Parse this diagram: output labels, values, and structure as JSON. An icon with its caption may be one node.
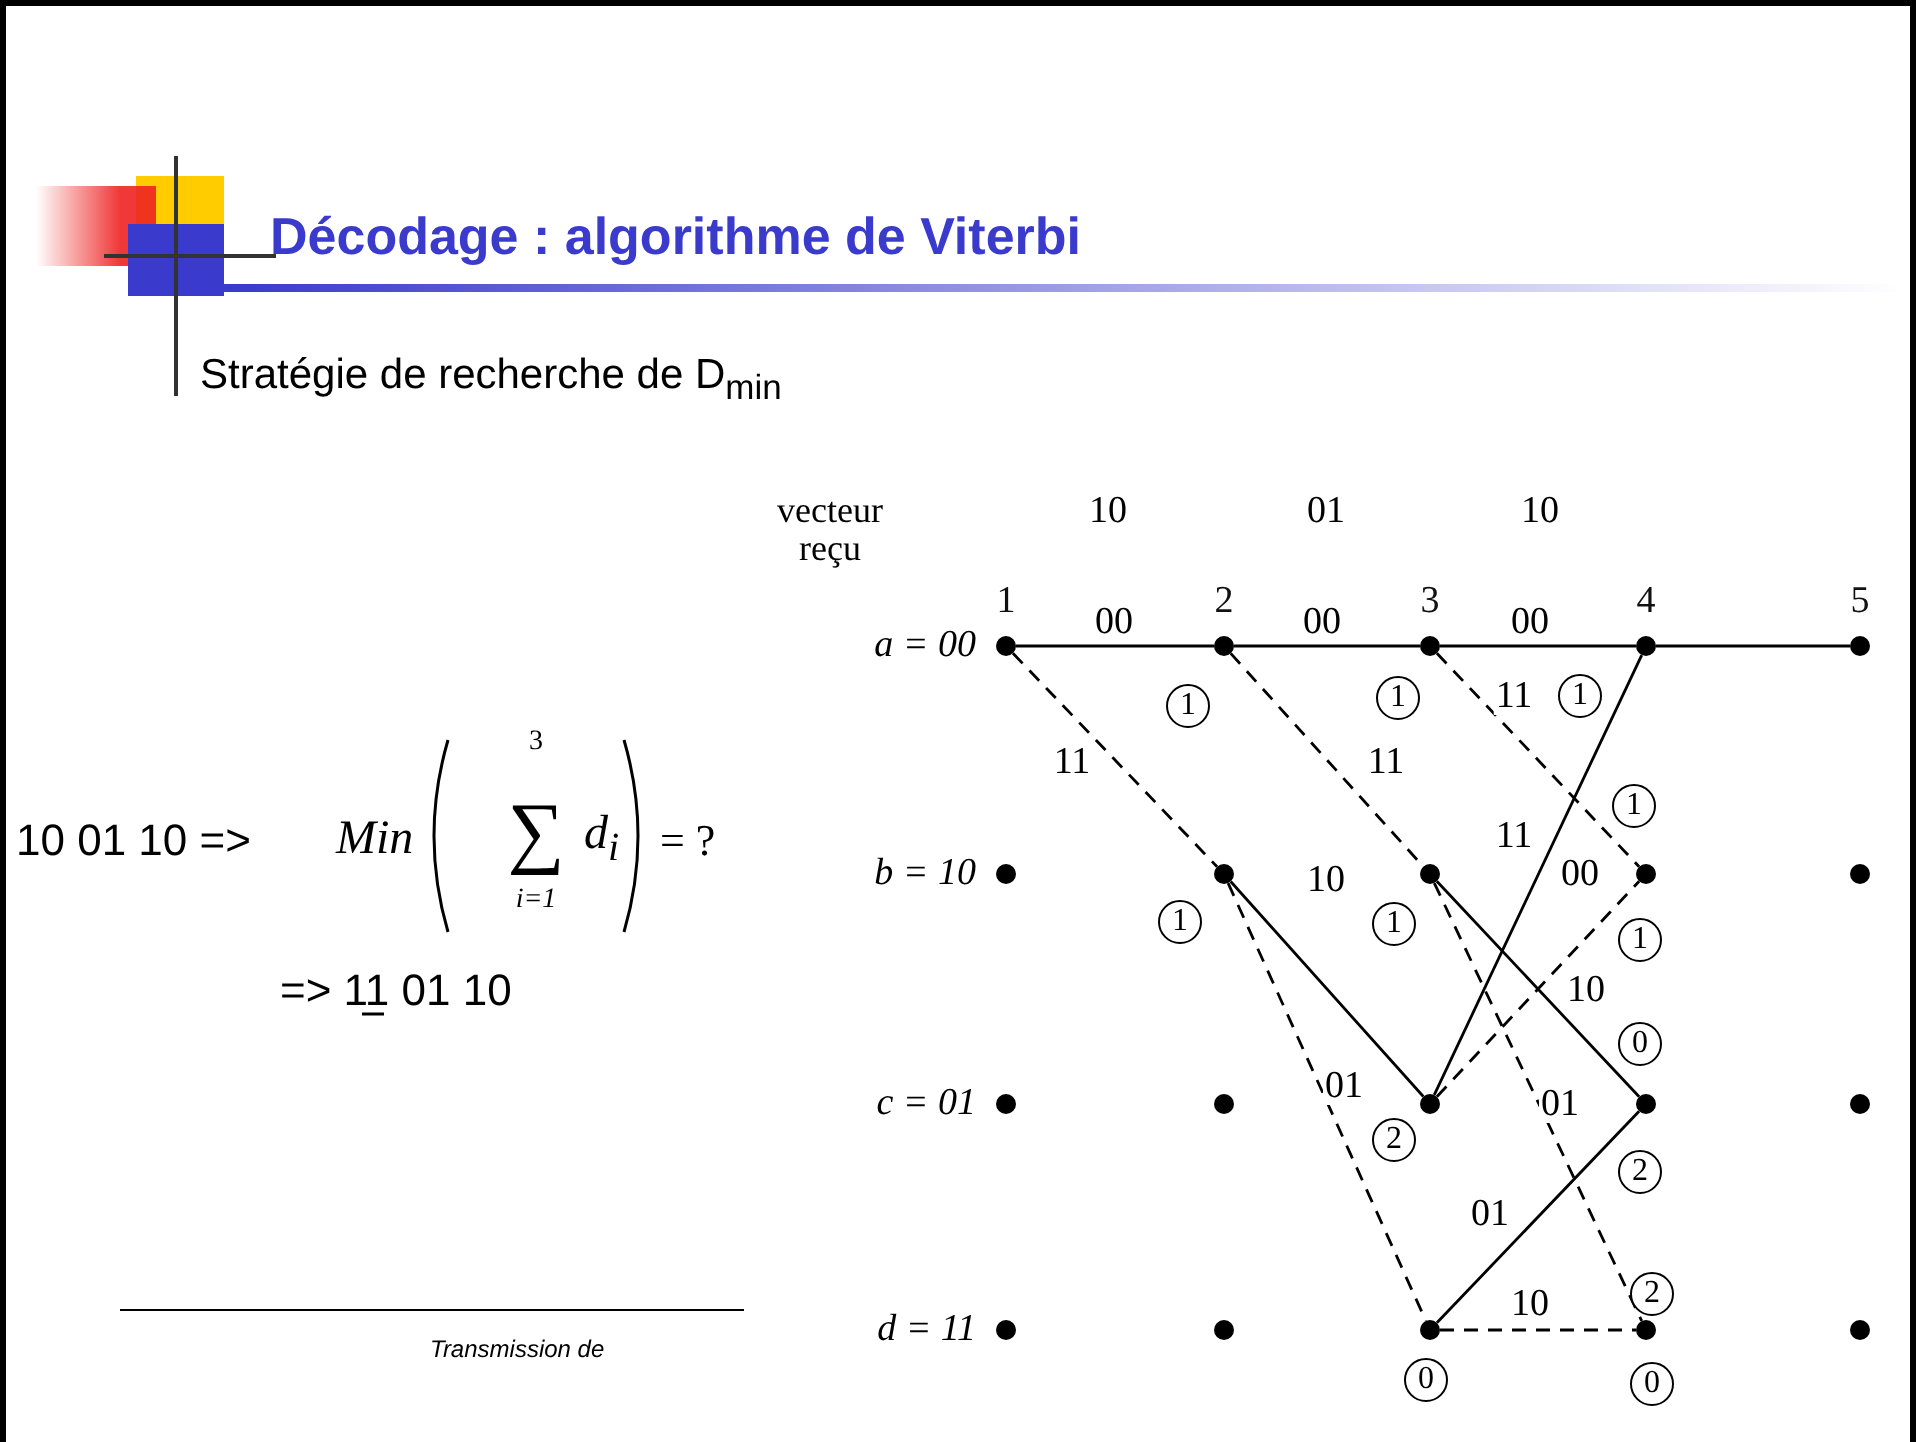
{
  "diagram": {
    "title": "Décodage : algorithme de Viterbi",
    "nodes": [
      {
        "text": [],
        "shape": "circle",
        "beside": [
          "1"
        ]
      },
      {
        "text": [],
        "shape": "circle",
        "beside": [
          "2"
        ]
      },
      {
        "text": [],
        "shape": "circle",
        "beside": [
          "3"
        ]
      },
      {
        "text": [],
        "shape": "circle",
        "beside": [
          "4"
        ]
      },
      {
        "text": [],
        "shape": "circle",
        "beside": [
          "5"
        ]
      },
      {
        "text": [],
        "shape": "circle"
      },
      {
        "text": [],
        "shape": "circle"
      },
      {
        "text": [],
        "shape": "circle"
      },
      {
        "text": [],
        "shape": "circle"
      },
      {
        "text": [],
        "shape": "circle"
      },
      {
        "text": [],
        "shape": "circle"
      },
      {
        "text": [],
        "shape": "circle"
      },
      {
        "text": [],
        "shape": "circle"
      },
      {
        "text": [],
        "shape": "circle"
      },
      {
        "text": [],
        "shape": "circle"
      },
      {
        "text": [],
        "shape": "circle"
      },
      {
        "text": [],
        "shape": "circle"
      },
      {
        "text": [],
        "shape": "circle"
      },
      {
        "text": [],
        "shape": "circle"
      },
      {
        "text": [],
        "shape": "circle"
      },
      {
        "text": [
          "1"
        ]
      },
      {
        "text": [
          "1"
        ]
      },
      {
        "text": [
          "1"
        ]
      },
      {
        "text": [
          "1"
        ]
      },
      {
        "text": [
          "1"
        ]
      },
      {
        "text": [
          "1"
        ]
      },
      {
        "text": [
          "1"
        ]
      },
      {
        "text": [
          "0"
        ]
      },
      {
        "text": [
          "2"
        ]
      },
      {
        "text": [
          "2"
        ]
      },
      {
        "text": [
          "2"
        ]
      },
      {
        "text": [
          "0"
        ]
      },
      {
        "text": [
          "0"
        ]
      }
    ],
    "edges": [
      {
        "from": 0,
        "to": 1,
        "arrow": "none",
        "label": "00"
      },
      {
        "from": 1,
        "to": 2,
        "arrow": "none",
        "label": "00"
      },
      {
        "from": 2,
        "to": 3,
        "arrow": "none",
        "label": "00"
      },
      {
        "from": 3,
        "to": 4,
        "arrow": "none"
      },
      {
        "from": 0,
        "to": 6,
        "arrow": "none",
        "label": "11",
        "style": "dashed"
      },
      {
        "from": 1,
        "to": 7,
        "arrow": "none",
        "label": "11",
        "style": "dashed"
      },
      {
        "from": 2,
        "to": 8,
        "arrow": "none",
        "label": "11",
        "style": "dashed"
      },
      {
        "from": 6,
        "to": 12,
        "arrow": "none",
        "label": "10"
      },
      {
        "from": 6,
        "to": 17,
        "arrow": "none",
        "label": "01",
        "style": "dashed"
      },
      {
        "from": 7,
        "to": 13,
        "arrow": "none",
        "label": "10"
      },
      {
        "from": 7,
        "to": 18,
        "arrow": "none",
        "label": "01",
        "style": "dashed"
      },
      {
        "from": 12,
        "to": 3,
        "arrow": "none",
        "label": "11"
      },
      {
        "from": 12,
        "to": 8,
        "arrow": "none",
        "label": "00",
        "style": "dashed"
      },
      {
        "from": 17,
        "to": 13,
        "arrow": "none",
        "label": "01"
      },
      {
        "from": 17,
        "to": 18,
        "arrow": "none",
        "label": "10",
        "style": "dashed"
      }
    ],
    "labels": [
      "Stratégie de recherche de D$_{min}$",
      "10 01 10 =>",
      "Min",
      "3",
      "∑",
      "d$_{i}$",
      "i=1",
      "= ?",
      "=> 11 01 10",
      "Transmission de",
      "vecteur reçu",
      "10",
      "01",
      "10",
      "a = 00",
      "b = 10",
      "c = 01",
      "d = 11"
    ]
  }
}
